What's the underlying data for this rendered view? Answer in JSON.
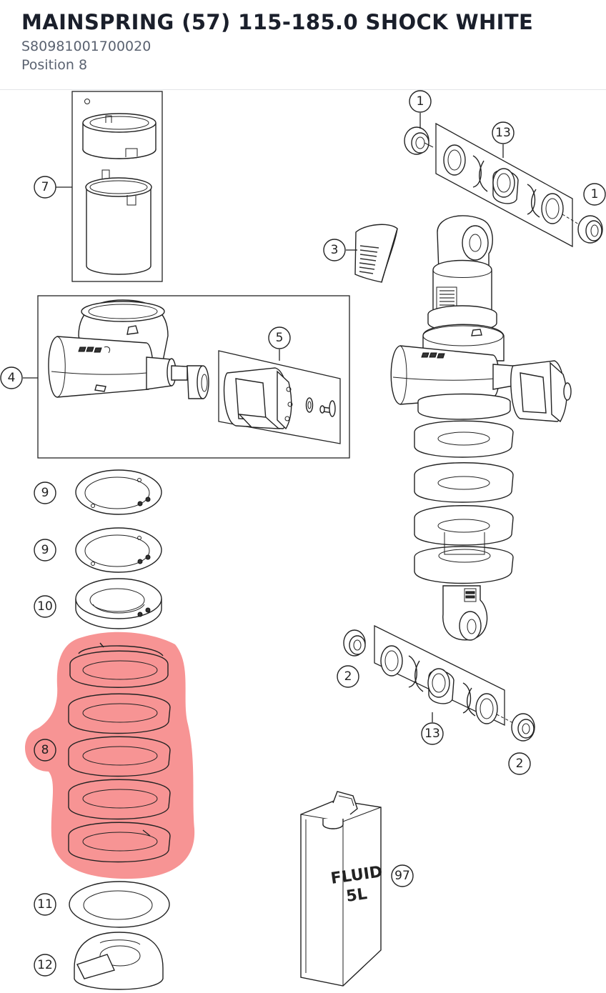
{
  "header": {
    "title": "MAINSPRING (57) 115-185.0 SHOCK WHITE",
    "part_number": "S80981001700020",
    "position": "Position 8"
  },
  "highlight": {
    "color": "#f79494",
    "selected_callout": "8"
  },
  "can": {
    "line1": "FLUID",
    "line2": "5L"
  },
  "callouts": [
    {
      "id": "c1a",
      "label": "1"
    },
    {
      "id": "c1b",
      "label": "1"
    },
    {
      "id": "c13a",
      "label": "13"
    },
    {
      "id": "c3",
      "label": "3"
    },
    {
      "id": "c7",
      "label": "7"
    },
    {
      "id": "c4",
      "label": "4"
    },
    {
      "id": "c5",
      "label": "5"
    },
    {
      "id": "c9a",
      "label": "9"
    },
    {
      "id": "c9b",
      "label": "9"
    },
    {
      "id": "c10",
      "label": "10"
    },
    {
      "id": "c8",
      "label": "8"
    },
    {
      "id": "c2a",
      "label": "2"
    },
    {
      "id": "c13b",
      "label": "13"
    },
    {
      "id": "c2b",
      "label": "2"
    },
    {
      "id": "c97",
      "label": "97"
    },
    {
      "id": "c11",
      "label": "11"
    },
    {
      "id": "c12",
      "label": "12"
    }
  ]
}
